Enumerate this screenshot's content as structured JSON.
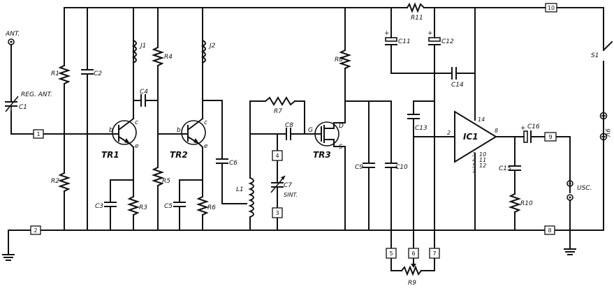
{
  "labels": {
    "ant": "ANT.",
    "r1": "R1",
    "r2": "R2",
    "r3": "R3",
    "r4": "R4",
    "r5": "R5",
    "r6": "R6",
    "r7": "R7",
    "r8": "R8",
    "r9": "R9",
    "r10": "R10",
    "r11": "R11",
    "c1": "C1",
    "c1_note": "REG. ANT.",
    "c2": "C2",
    "c3": "C3",
    "c4": "C4",
    "c5": "C5",
    "c6": "C6",
    "c7": "C7",
    "c7_note": "SINT.",
    "c8": "C8",
    "c9": "C9",
    "c10": "C10",
    "c11": "C11",
    "c12": "C12",
    "c13": "C13",
    "c14": "C14",
    "c15": "C15",
    "c16": "C16",
    "j1": "J1",
    "j2": "J2",
    "l1": "L1",
    "tr1": "TR1",
    "tr2": "TR2",
    "tr3": "TR3",
    "ic1": "IC1",
    "s1": "S1",
    "batt": "9V",
    "usc": "USC.",
    "pin_b": "b",
    "pin_c": "c",
    "pin_e": "e",
    "pin_g": "G",
    "pin_d": "D",
    "pin_s": "S",
    "ic_pin2": "2",
    "ic_pin8": "8",
    "ic_pin14": "14",
    "ic_pins": [
      "3",
      "4",
      "5",
      "7"
    ],
    "ic_pins2": [
      "10",
      "11",
      "12"
    ],
    "plus": "+"
  },
  "terminals": {
    "t1": "1",
    "t2": "2",
    "t3": "3",
    "t4": "4",
    "t5": "5",
    "t6": "6",
    "t7": "7",
    "t8": "8",
    "t9": "9",
    "t10": "10"
  }
}
